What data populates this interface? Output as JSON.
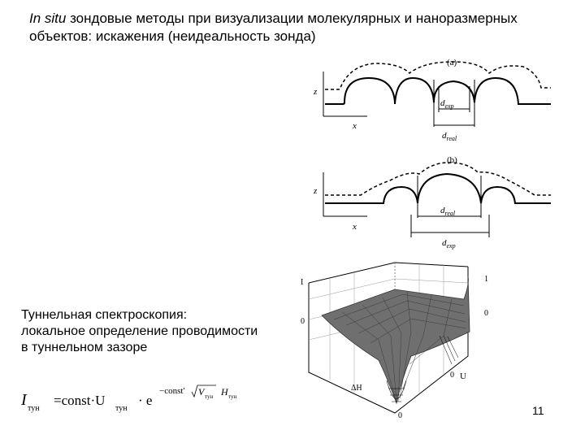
{
  "slide": {
    "title_italic": "In situ",
    "title_rest": " зондовые методы при визуализации молекулярных и наноразмерных объектов: искажения (неидеальность зонда)",
    "subtitle_lines": [
      "Туннельная спектроскопия:",
      "локальное определение проводимости",
      "в туннельном зазоре"
    ],
    "page_number": "11"
  },
  "figure_a": {
    "label": "(a)",
    "axis_z": "z",
    "axis_x": "x",
    "d_exp": "exp",
    "d_real": "real",
    "d": "d"
  },
  "figure_b": {
    "label": "(b)",
    "axis_z": "z",
    "axis_x": "x",
    "d_real": "real",
    "d_exp": "exp",
    "d": "d"
  },
  "plot3d": {
    "axis_i": "I",
    "axis_u": "U",
    "axis_dh": "ΔH",
    "zero": "0",
    "zero_left": "0",
    "zero_right": "0",
    "zero_bottom": "0",
    "one_right": "1",
    "zero_mid": "0"
  },
  "formula": {
    "i": "I",
    "sub_tun": "тун",
    "eq": "=const·U",
    "sub_tun2": "тун",
    "dot_e": "· e",
    "exponent": "−const′",
    "sqrt_v": "V",
    "sub_tun3": "тун",
    "h": "H",
    "sub_tun4": "тун"
  }
}
